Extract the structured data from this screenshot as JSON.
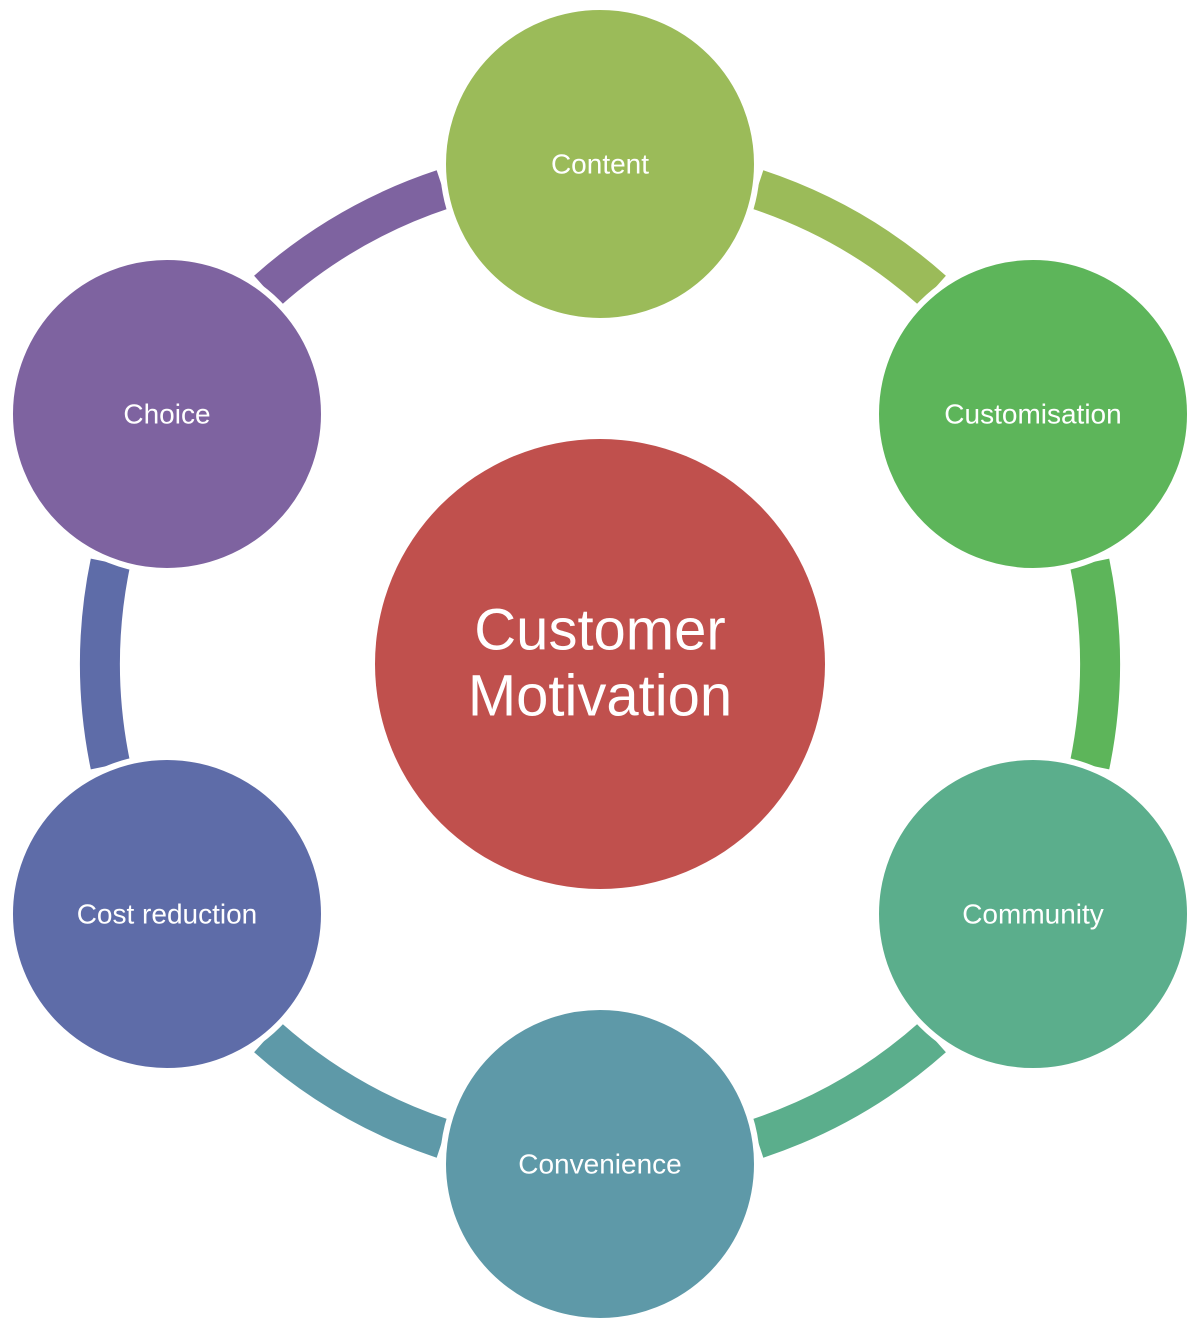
{
  "diagram": {
    "type": "cycle",
    "center": {
      "lines": [
        "Customer",
        "Motivation"
      ],
      "color": "#c0504d"
    },
    "nodes": [
      {
        "label": "Content",
        "color": "#9bbb59"
      },
      {
        "label": "Customisation",
        "color": "#5db55a"
      },
      {
        "label": "Community",
        "color": "#5bae8c"
      },
      {
        "label": "Convenience",
        "color": "#5e99a8"
      },
      {
        "label": "Cost reduction",
        "color": "#5e6ca8"
      },
      {
        "label": "Choice",
        "color": "#7e63a0"
      }
    ],
    "connectors_color_source": "each arc takes the color of the node it leaves (clockwise)"
  }
}
